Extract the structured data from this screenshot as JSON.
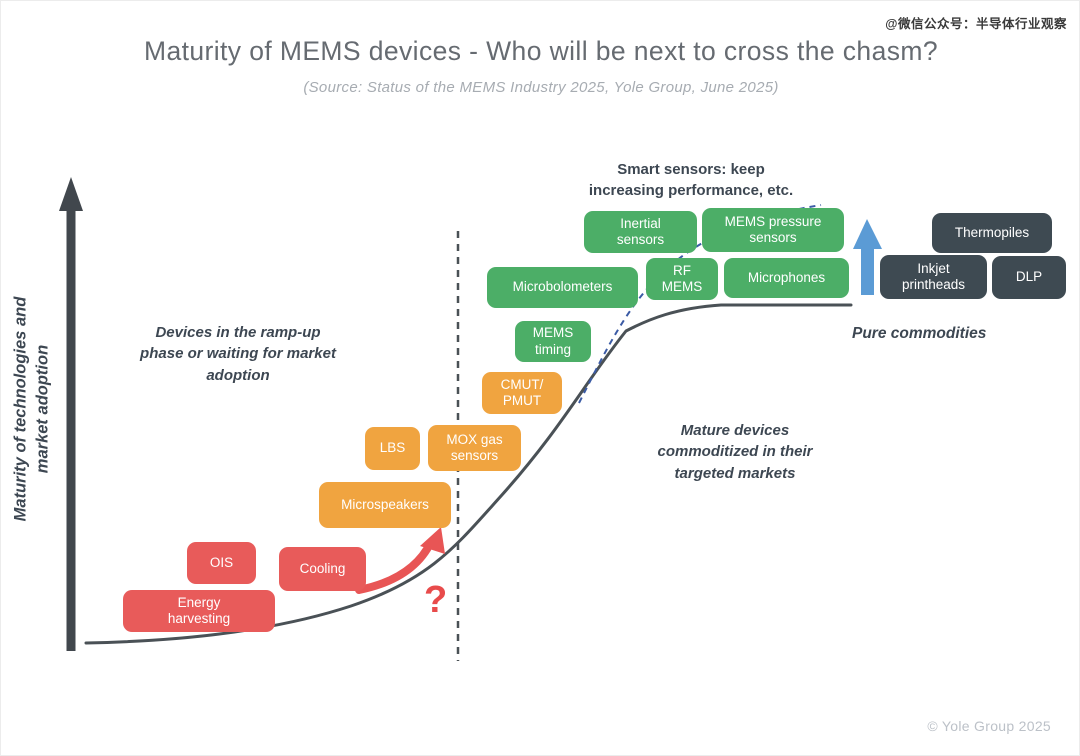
{
  "watermark": "@微信公众号：半导体行业观察",
  "header": {
    "title": "Maturity of MEMS devices - Who will be next to cross the chasm?",
    "subtitle": "(Source: Status of the MEMS Industry 2025, Yole Group, June 2025)"
  },
  "axis": {
    "y_label": "Maturity of technologies and\nmarket adoption"
  },
  "annotations": {
    "smart_sensors": "Smart sensors: keep\nincreasing performance, etc.",
    "ramp_up": "Devices in the ramp-up\nphase or waiting for market\nadoption",
    "mature": "Mature devices\ncommoditized in their\ntargeted markets",
    "pure_commodities": "Pure commodities",
    "question_mark": "?"
  },
  "boxes": [
    {
      "label": "Energy\nharvesting",
      "stage": "emerging"
    },
    {
      "label": "OIS",
      "stage": "emerging"
    },
    {
      "label": "Cooling",
      "stage": "emerging"
    },
    {
      "label": "Microspeakers",
      "stage": "ramp-up"
    },
    {
      "label": "LBS",
      "stage": "ramp-up"
    },
    {
      "label": "MOX gas\nsensors",
      "stage": "ramp-up"
    },
    {
      "label": "CMUT/\nPMUT",
      "stage": "ramp-up"
    },
    {
      "label": "MEMS\ntiming",
      "stage": "mature"
    },
    {
      "label": "Microbolometers",
      "stage": "mature"
    },
    {
      "label": "RF\nMEMS",
      "stage": "mature"
    },
    {
      "label": "Inertial\nsensors",
      "stage": "mature"
    },
    {
      "label": "MEMS pressure\nsensors",
      "stage": "mature"
    },
    {
      "label": "Microphones",
      "stage": "mature"
    },
    {
      "label": "Thermopiles",
      "stage": "commodity"
    },
    {
      "label": "Inkjet\nprintheads",
      "stage": "commodity"
    },
    {
      "label": "DLP",
      "stage": "commodity"
    }
  ],
  "colors": {
    "emerging_red": "#e85b5a",
    "rampup_orange": "#f0a440",
    "mature_green": "#4cae67",
    "commodity_dark": "#3e4a52",
    "curve_gray": "#4a5156",
    "dashed_blue": "#3b5ba5",
    "arrow_blue": "#5b9bd5",
    "question_red": "#e84b4b"
  },
  "footer": {
    "copyright": "© Yole Group 2025"
  }
}
